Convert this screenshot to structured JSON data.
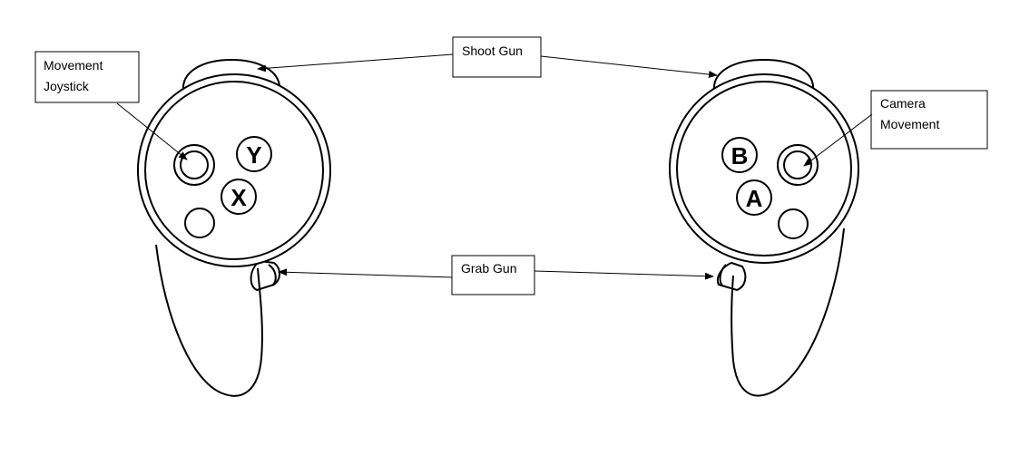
{
  "labels": {
    "movement_joystick": [
      "Movement",
      "Joystick"
    ],
    "shoot_gun": "Shoot Gun",
    "grab_gun": "Grab Gun",
    "camera_movement": [
      "Camera",
      "Movement"
    ]
  },
  "left_controller": {
    "buttons": {
      "top": "Y",
      "bottom": "X"
    }
  },
  "right_controller": {
    "buttons": {
      "top": "B",
      "bottom": "A"
    }
  }
}
